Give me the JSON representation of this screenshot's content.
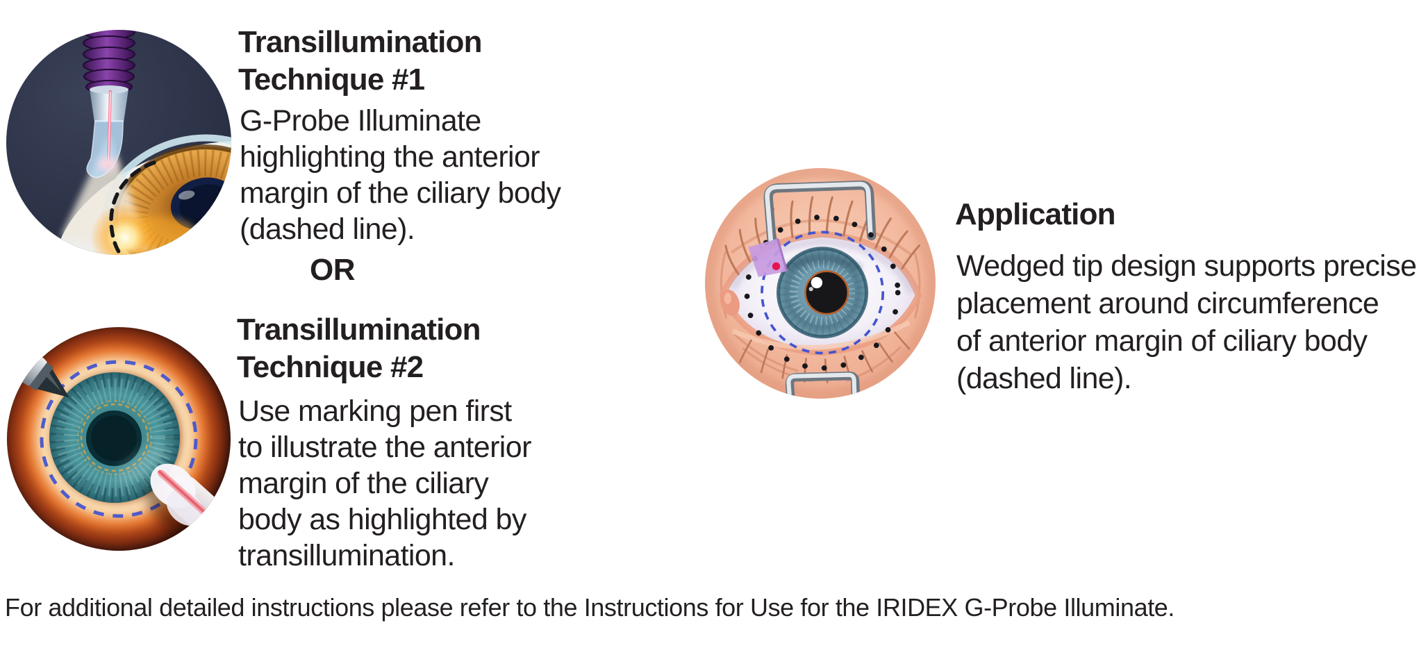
{
  "colors": {
    "page-bg": "#ffffff",
    "text-color": "#231f20",
    "dashed-blue": "#4355d0",
    "dot-black": "#17171c",
    "wedge-purple": "#c79ae0",
    "red-dot": "#e5134e",
    "laser-pink": "#ff7d95",
    "navy-bg": "#2b3147",
    "glow-orange": "#ef7a2e",
    "iris-teal": "#3f8a93",
    "iris-amber": "#b26f24",
    "iris-blue": "#6e9cae",
    "skin-peach": "#f3bba1"
  },
  "sections": {
    "technique1": {
      "heading_lines": [
        "Transillumination",
        "Technique #1"
      ],
      "body_lines": [
        "G-Probe Illuminate",
        "highlighting the anterior",
        "margin of the ciliary body",
        "(dashed line)."
      ]
    },
    "or_label": "OR",
    "technique2": {
      "heading_lines": [
        "Transillumination",
        "Technique #2"
      ],
      "body_lines": [
        "Use marking pen first",
        "to illustrate the anterior",
        "margin of the ciliary",
        "body as highlighted by",
        "transillumination."
      ]
    },
    "application": {
      "heading": "Application",
      "body_lines": [
        "Wedged tip design supports precise",
        "placement around circumference",
        "of anterior margin of ciliary body",
        "(dashed line)."
      ]
    },
    "footer_note": "For additional detailed instructions please refer to the Instructions for Use for the IRIDEX G-Probe Illuminate."
  }
}
